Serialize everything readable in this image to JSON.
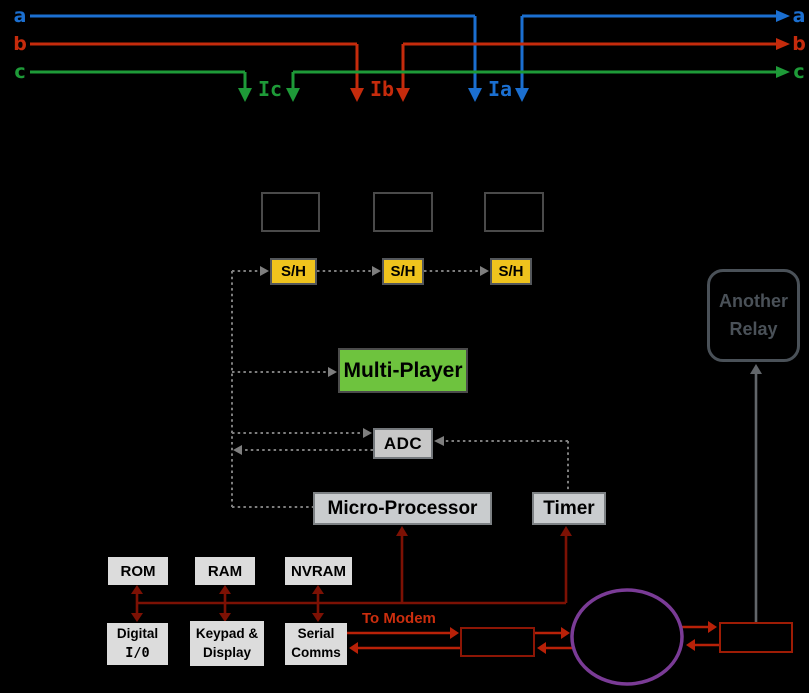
{
  "colors": {
    "background": "#000000",
    "phase-a": "#1b6fd0",
    "phase-b": "#c52b0c",
    "phase-c": "#1e9a38",
    "dotted": "#7e7e7e",
    "bus": "#7c1104",
    "modem": "#b82108",
    "modem-text": "#cc2e0e",
    "purple": "#7a3b96",
    "link-gray": "#62666a",
    "sh-fill": "#efc31d",
    "mux-fill": "#6ec33e",
    "chip-fill": "#c8c8c8",
    "mem-fill": "#dcdcdc",
    "box-outline": "#4a4a4a",
    "relay": "#4a5158"
  },
  "phases": {
    "a": {
      "label": "a",
      "current": "Ia"
    },
    "b": {
      "label": "b",
      "current": "Ib"
    },
    "c": {
      "label": "c",
      "current": "Ic"
    }
  },
  "blocks": {
    "sample_hold": "S/H",
    "multiplexer": "Multi-Player",
    "adc": "ADC",
    "microprocessor": "Micro-Processor",
    "timer": "Timer",
    "rom": "ROM",
    "ram": "RAM",
    "nvram": "NVRAM",
    "digital_io": {
      "line1": "Digital",
      "line2": "I/0"
    },
    "keypad": {
      "line1": "Keypad &",
      "line2": "Display"
    },
    "serial": {
      "line1": "Serial",
      "line2": "Comms"
    },
    "another_relay": {
      "line1": "Another",
      "line2": "Relay"
    }
  },
  "annotations": {
    "to_modem": "To Modem"
  }
}
